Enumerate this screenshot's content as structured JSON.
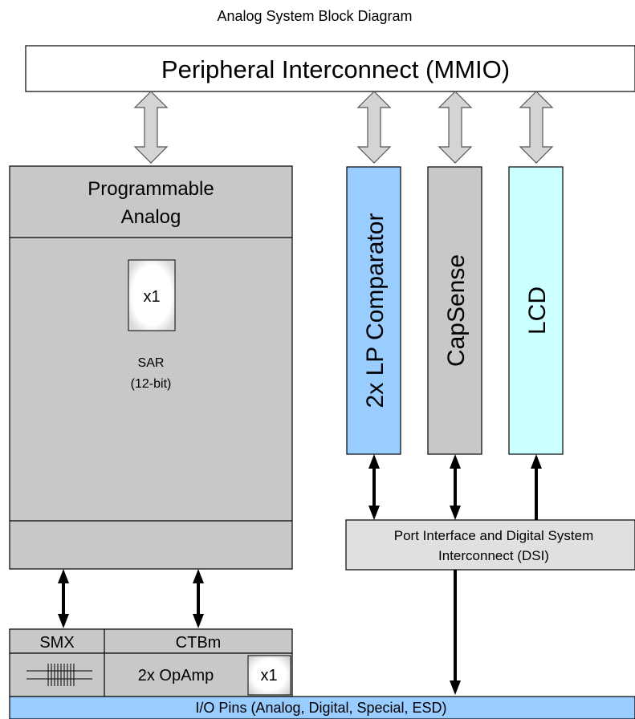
{
  "title": "Analog System Block Diagram",
  "mmio": {
    "label": "Peripheral Interconnect (MMIO)"
  },
  "programmable_analog": {
    "label_line1": "Programmable",
    "label_line2": "Analog",
    "sar": {
      "x1": "x1",
      "label_line1": "SAR",
      "label_line2": "(12-bit)"
    }
  },
  "lp_comparator": {
    "label": "2x LP Comparator",
    "color": "#99ccff"
  },
  "capsense": {
    "label": "CapSense",
    "color": "#c8c8c8"
  },
  "lcd": {
    "label": "LCD",
    "color": "#ccffff"
  },
  "port_interface": {
    "label_line1": "Port Interface and Digital System",
    "label_line2": "Interconnect (DSI)"
  },
  "smx": {
    "label": "SMX"
  },
  "ctbm": {
    "label": "CTBm",
    "opamp": "2x OpAmp",
    "x1": "x1"
  },
  "io_pins": {
    "label": "I/O Pins (Analog, Digital, Special, ESD)",
    "color": "#99ccff"
  }
}
